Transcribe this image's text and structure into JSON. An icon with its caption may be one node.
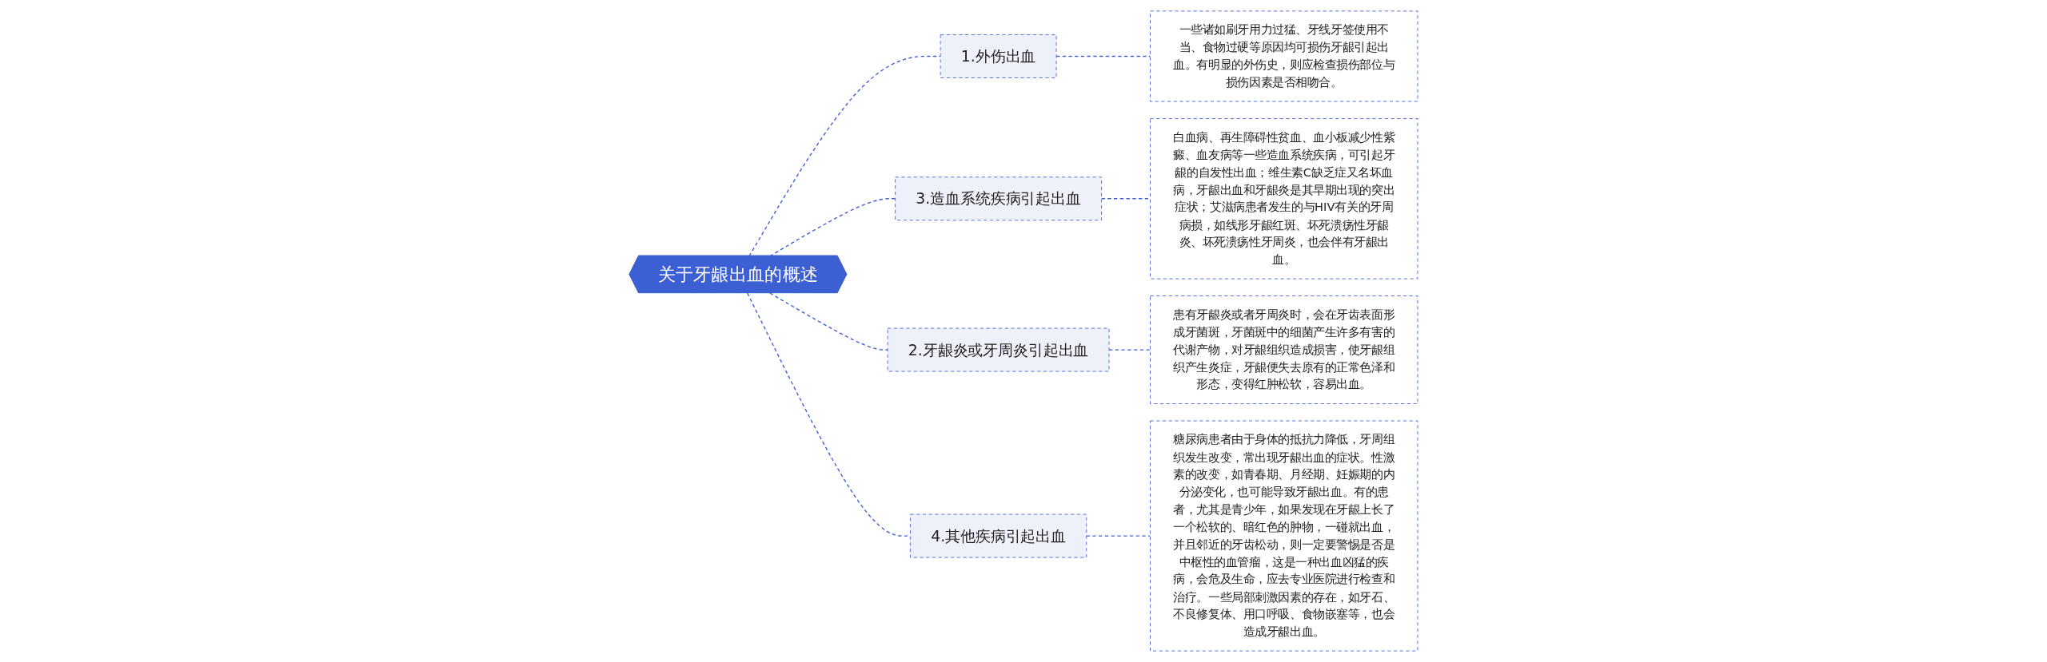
{
  "diagram": {
    "nodes": [
      {
        "text": [
          "关于牙龈出血的概述"
        ]
      },
      {
        "text": [
          "1.外伤出血"
        ]
      },
      {
        "text": [
          "一些诸如刷牙用力过猛、牙线牙签使用不当、食物过硬等原因均可损伤牙龈引起出血。有明显的外伤史，则应检查损伤部位与损伤因素是否相吻合。"
        ]
      },
      {
        "text": [
          "3.造血系统疾病引起出血"
        ]
      },
      {
        "text": [
          "白血病、再生障碍性贫血、血小板减少性紫癜、血友病等一些造血系统疾病，可引起牙龈的自发性出血；维生素C缺乏症又名坏血病，牙龈出血和牙龈炎是其早期出现的突出症状；艾滋病患者发生的与HIV有关的牙周病损，如线形牙龈红斑、坏死溃疡性牙龈炎、坏死溃疡性牙周炎，也会伴有牙龈出血。"
        ]
      },
      {
        "text": [
          "2.牙龈炎或牙周炎引起出血"
        ]
      },
      {
        "text": [
          "患有牙龈炎或者牙周炎时，会在牙齿表面形成牙菌斑，牙菌斑中的细菌产生许多有害的代谢产物，对牙龈组织造成损害，使牙龈组织产生炎症，牙龈便失去原有的正常色泽和形态，变得红肿松软，容易出血。"
        ]
      },
      {
        "text": [
          "4.其他疾病引起出血"
        ]
      },
      {
        "text": [
          "糖尿病患者由于身体的抵抗力降低，牙周组织发生改变，常出现牙龈出血的症状。性激素的改变，如青春期、月经期、妊娠期的内分泌变化，也可能导致牙龈出血。有的患者，尤其是青少年，如果发现在牙龈上长了一个松软的、暗红色的肿物，一碰就出血，并且邻近的牙齿松动，则一定要警惕是否是中枢性的血管瘤，这是一种出血凶猛的疾病，会危及生命，应去专业医院进行检查和治疗。一些局部刺激因素的存在，如牙石、不良修复体、用口呼吸、食物嵌塞等，也会造成牙龈出血。"
        ]
      }
    ],
    "edges": [
      {
        "from": 0,
        "to": 1,
        "arrow": "none",
        "style": "dashed"
      },
      {
        "from": 1,
        "to": 2,
        "arrow": "none",
        "style": "dashed"
      },
      {
        "from": 0,
        "to": 3,
        "arrow": "none",
        "style": "dashed"
      },
      {
        "from": 3,
        "to": 4,
        "arrow": "none",
        "style": "dashed"
      },
      {
        "from": 0,
        "to": 5,
        "arrow": "none",
        "style": "dashed"
      },
      {
        "from": 5,
        "to": 6,
        "arrow": "none",
        "style": "dashed"
      },
      {
        "from": 0,
        "to": 7,
        "arrow": "none",
        "style": "dashed"
      },
      {
        "from": 7,
        "to": 8,
        "arrow": "none",
        "style": "dashed"
      }
    ]
  }
}
